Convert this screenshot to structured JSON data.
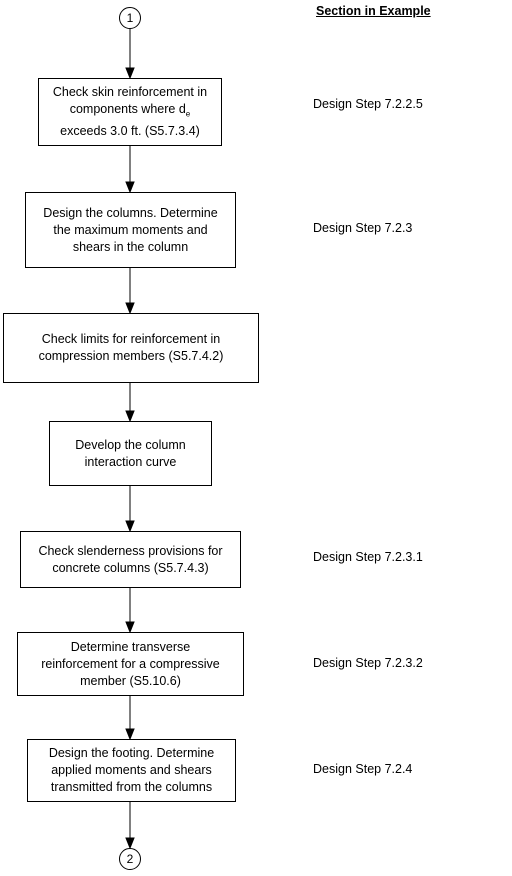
{
  "header": {
    "section_label": "Section in Example"
  },
  "connectors": {
    "start": "1",
    "end": "2"
  },
  "steps": [
    {
      "lines": [
        "Check skin reinforcement in",
        "components where d",
        "e",
        " exceeds 3.0 ft. (S5.7.3.4)"
      ],
      "line1": "Check skin reinforcement in",
      "line2_prefix": "components where d",
      "line2_sub": "e",
      "line3": "exceeds 3.0 ft. (S5.7.3.4)",
      "ref": "Design Step 7.2.2.5"
    },
    {
      "line1": "Design the columns.  Determine",
      "line2": "the maximum moments and",
      "line3": "shears in the column",
      "ref": "Design Step 7.2.3"
    },
    {
      "line1": "Check limits for reinforcement in",
      "line2": "compression members (S5.7.4.2)",
      "ref": ""
    },
    {
      "line1": "Develop the column",
      "line2": "interaction curve",
      "ref": ""
    },
    {
      "line1": "Check slenderness provisions for",
      "line2": "concrete columns (S5.7.4.3)",
      "ref": "Design Step 7.2.3.1"
    },
    {
      "line1": "Determine transverse",
      "line2": "reinforcement for a compressive",
      "line3": "member (S5.10.6)",
      "ref": "Design Step 7.2.3.2"
    },
    {
      "line1": "Design the footing.  Determine",
      "line2": "applied moments and shears",
      "line3": "transmitted from the columns",
      "ref": "Design Step 7.2.4"
    }
  ]
}
